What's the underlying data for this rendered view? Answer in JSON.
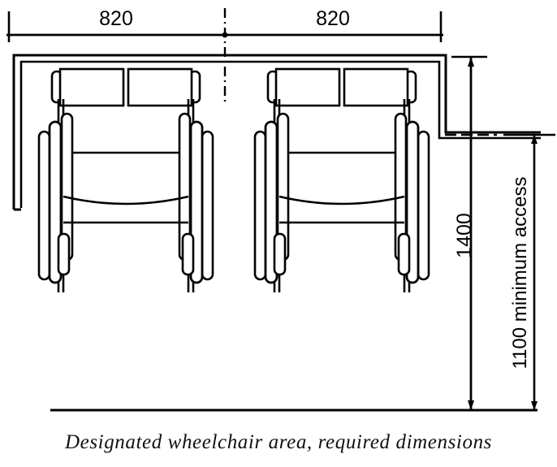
{
  "figure": {
    "caption": "Designated wheelchair area, required dimensions",
    "kind": "plan-view-technical-drawing"
  },
  "dimensions": {
    "width_left_label": "820",
    "width_right_label": "820",
    "depth_label": "1400",
    "access_label": "1100  minimum  access",
    "units": "mm"
  },
  "chart_data": {
    "type": "diagram",
    "title": "Designated wheelchair area, required dimensions",
    "annotations": [
      {
        "name": "bay-width-left",
        "value": 820,
        "unit": "mm",
        "orientation": "horizontal"
      },
      {
        "name": "bay-width-right",
        "value": 820,
        "unit": "mm",
        "orientation": "horizontal"
      },
      {
        "name": "bay-depth",
        "value": 1400,
        "unit": "mm",
        "orientation": "vertical"
      },
      {
        "name": "minimum-access",
        "value": 1100,
        "unit": "mm",
        "orientation": "vertical",
        "text": "1100 minimum access"
      }
    ],
    "objects": [
      {
        "name": "wheelchair-left",
        "count": 1
      },
      {
        "name": "wheelchair-right",
        "count": 1
      },
      {
        "name": "enclosure-wall",
        "count": 1
      },
      {
        "name": "centreline",
        "count": 1
      }
    ]
  },
  "colors": {
    "line": "#000000",
    "background": "#ffffff"
  }
}
